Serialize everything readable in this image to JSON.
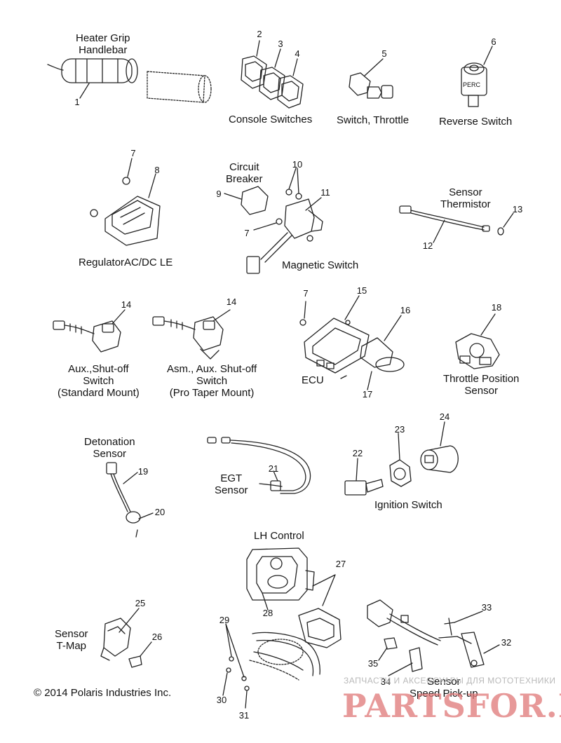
{
  "labels": {
    "heater_grip": "Heater Grip\nHandlebar",
    "console_switches": "Console Switches",
    "switch_throttle": "Switch, Throttle",
    "reverse_switch": "Reverse Switch",
    "reverse_switch_text": "PERC",
    "circuit_breaker": "Circuit\nBreaker",
    "sensor_thermistor": "Sensor\nThermistor",
    "regulator": "RegulatorAC/DC LE",
    "magnetic_switch": "Magnetic Switch",
    "aux_shutoff_standard": "Aux.,Shut-off\nSwitch\n(Standard Mount)",
    "aux_shutoff_protaper": "Asm., Aux. Shut-off\nSwitch\n(Pro Taper Mount)",
    "ecu": "ECU",
    "throttle_position_sensor": "Throttle Position\nSensor",
    "detonation_sensor": "Detonation\nSensor",
    "egt_sensor": "EGT\nSensor",
    "ignition_switch": "Ignition Switch",
    "lh_control": "LH Control",
    "sensor_tmap": "Sensor\nT-Map",
    "sensor_speed_pickup": "Sensor\nSpeed Pick-up"
  },
  "callouts": [
    "1",
    "2",
    "3",
    "4",
    "5",
    "6",
    "7",
    "8",
    "9",
    "10",
    "11",
    "7",
    "12",
    "13",
    "14",
    "14",
    "7",
    "15",
    "16",
    "17",
    "18",
    "19",
    "20",
    "21",
    "22",
    "23",
    "24",
    "27",
    "28",
    "25",
    "26",
    "29",
    "30",
    "31",
    "33",
    "32",
    "35",
    "34"
  ],
  "copyright": "© 2014 Polaris Industries Inc.",
  "watermark": {
    "top": "ЗАПЧАСТИ И АКСЕССУАРЫ ДЛЯ МОТОТЕХНИКИ",
    "main": "PARTSFOR.RU"
  }
}
